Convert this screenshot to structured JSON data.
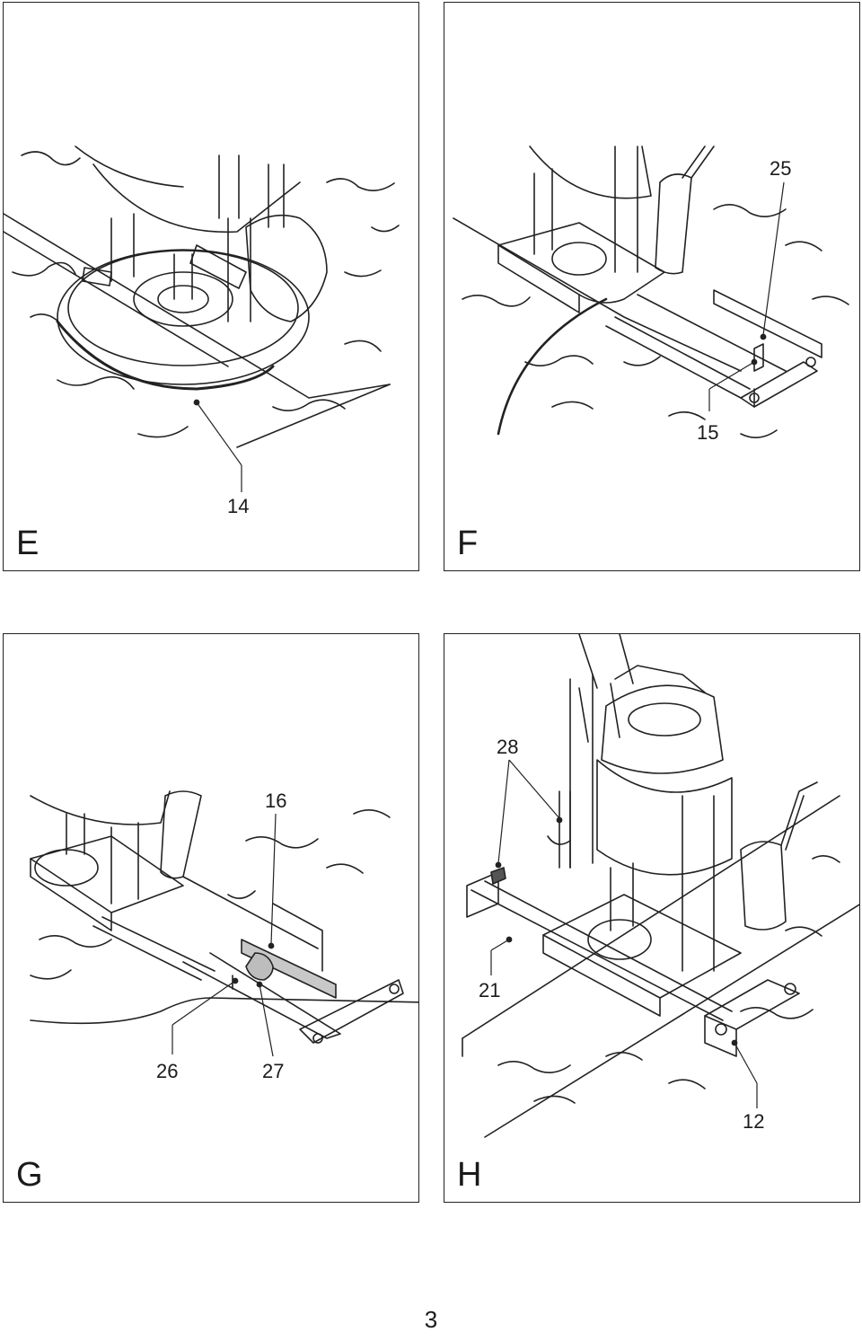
{
  "figures": [
    {
      "letter": "E",
      "callouts": [
        "14"
      ]
    },
    {
      "letter": "F",
      "callouts": [
        "25",
        "15"
      ]
    },
    {
      "letter": "G",
      "callouts": [
        "16",
        "26",
        "27"
      ]
    },
    {
      "letter": "H",
      "callouts": [
        "28",
        "21",
        "12"
      ]
    }
  ],
  "page_number": "3"
}
